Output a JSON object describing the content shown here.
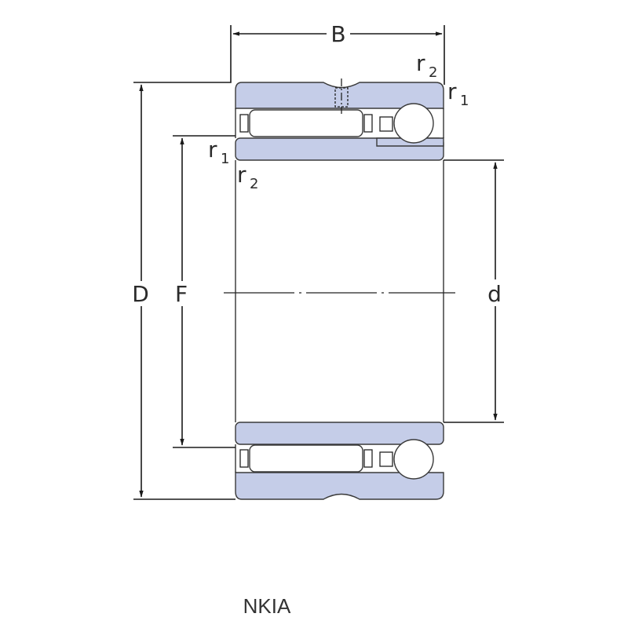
{
  "labels": {
    "B": "B",
    "D": "D",
    "F": "F",
    "d": "d",
    "r": "r",
    "sub1": "1",
    "sub2": "2"
  },
  "caption": "NKIA",
  "colors": {
    "ring_fill": "#c5cde8",
    "line": "#1a1a1a",
    "background": "#ffffff"
  }
}
